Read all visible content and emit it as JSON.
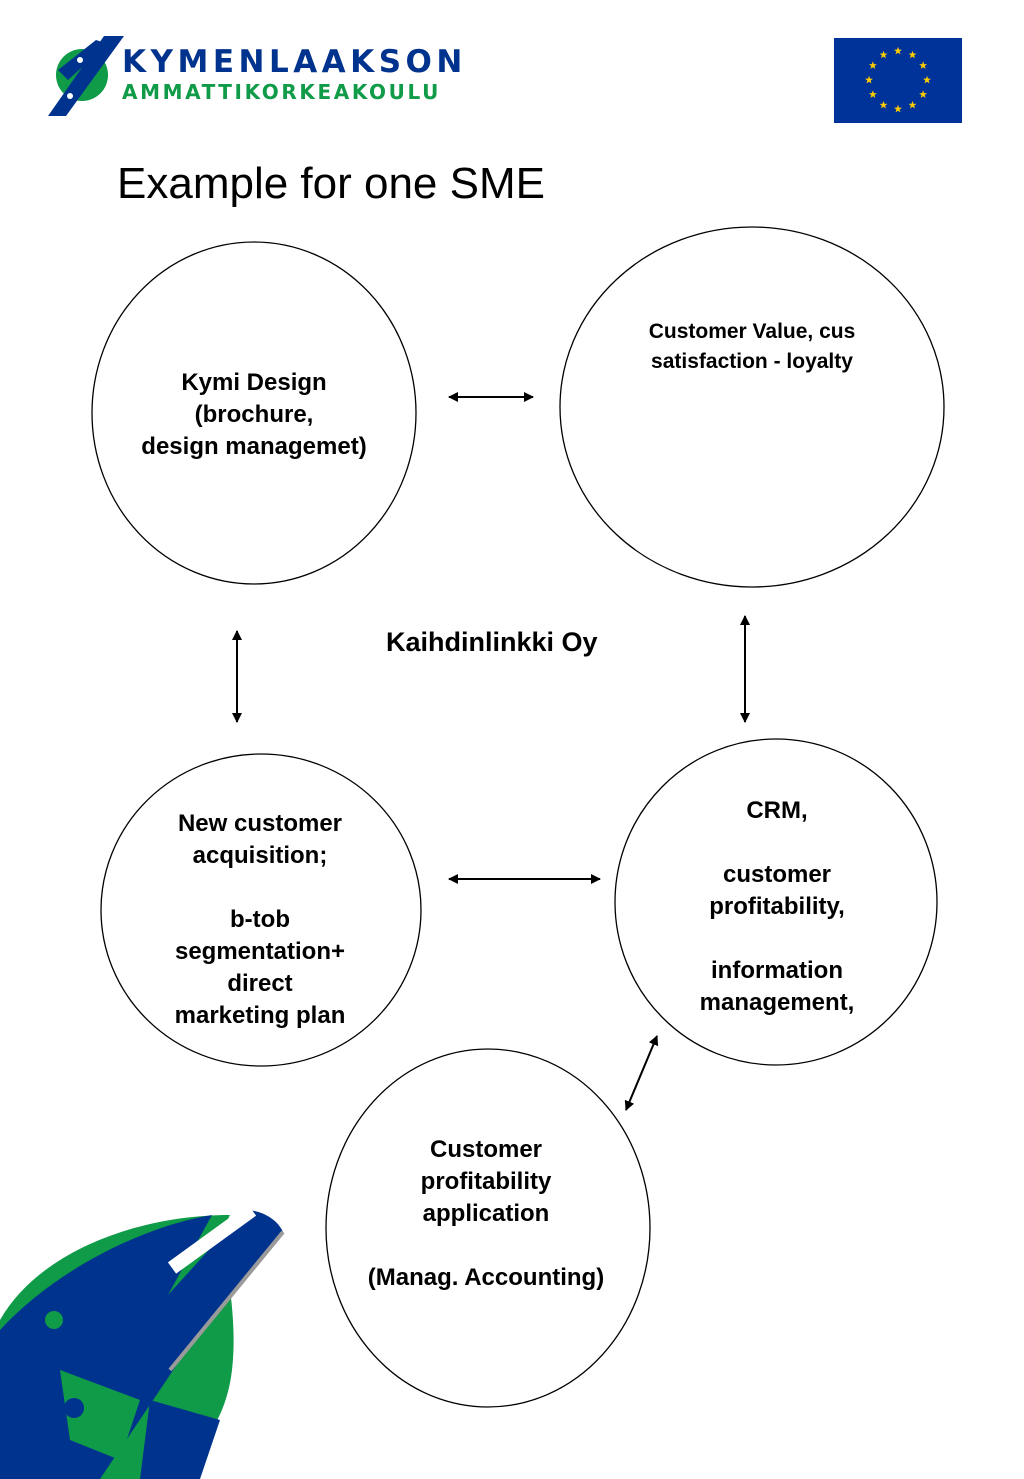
{
  "header": {
    "logo_line1": "KYMENLAAKSON",
    "logo_line2": "AMMATTIKORKEAKOULU",
    "logo_icon": "kymenlaakson-logo-icon",
    "flag_icon": "eu-flag-icon"
  },
  "title": "Example for one SME",
  "center_label": "Kaihdinlinkki Oy",
  "nodes": {
    "kymi_design": "Kymi Design\n(brochure,\ndesign managemet)",
    "customer_value": "Customer Value, cus\nsatisfaction - loyalty",
    "new_customer": "New customer\nacquisition;\n\nb-tob\nsegmentation+\ndirect\nmarketing plan",
    "crm": "CRM,\n\ncustomer\nprofitability,\n\ninformation\nmanagement,",
    "profitability_app": "Customer\nprofitability\napplication\n\n(Manag. Accounting)"
  },
  "colors": {
    "brand_blue": "#00338d",
    "brand_green": "#0f9b48",
    "eu_blue": "#003399",
    "eu_star": "#ffcc00"
  }
}
